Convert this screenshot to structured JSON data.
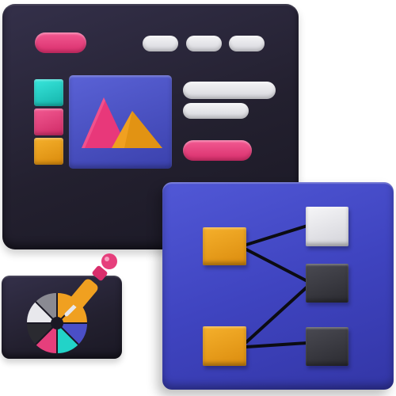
{
  "scene": {
    "subject": "3d-ui-design-illustration"
  },
  "colors": {
    "window_bg": "#23202f",
    "pink": "#e63f7c",
    "teal": "#22d3c8",
    "orange": "#f0a020",
    "indigo": "#4a4fc8",
    "light_gray": "#e6e6ea",
    "dark_node": "#3a3a40"
  },
  "window": {
    "header_pill_color": "pink",
    "nav_pills": [
      "light",
      "light",
      "light"
    ],
    "sidebar_swatches": [
      "teal",
      "pink",
      "orange"
    ],
    "image_card": {
      "icon": "mountains-image-icon"
    },
    "text_lines": 2,
    "cta_button_color": "pink"
  },
  "flowchart": {
    "nodes": [
      {
        "id": "source-top",
        "color": "orange"
      },
      {
        "id": "source-bottom",
        "color": "orange"
      },
      {
        "id": "target-top",
        "color": "light_gray"
      },
      {
        "id": "target-middle",
        "color": "dark_node"
      },
      {
        "id": "target-bottom",
        "color": "dark_node"
      }
    ],
    "edges": [
      [
        "source-top",
        "target-top"
      ],
      [
        "source-top",
        "target-middle"
      ],
      [
        "source-bottom",
        "target-middle"
      ],
      [
        "source-bottom",
        "target-bottom"
      ]
    ]
  },
  "picker": {
    "wheel_colors": [
      "#f0a020",
      "#3f44c0",
      "#22d3c8",
      "#e63f7c",
      "#2a2a30",
      "#e8e8ec",
      "#8a8a92",
      "#f0a020"
    ],
    "tool": "eyedropper-icon"
  }
}
